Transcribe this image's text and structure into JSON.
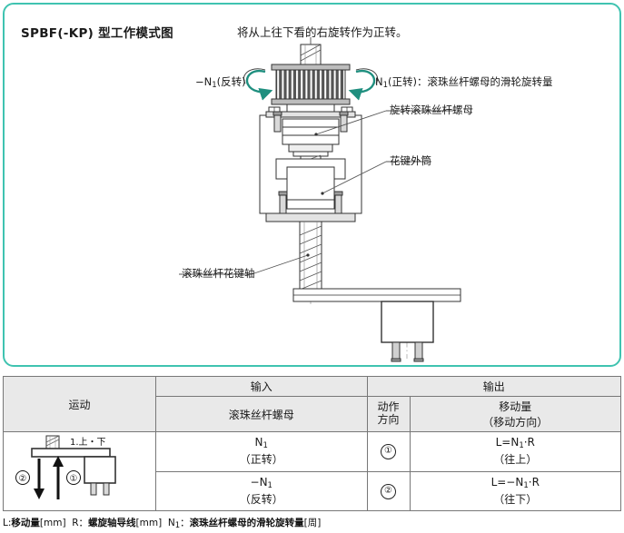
{
  "panel": {
    "title": "SPBF(-KP) 型工作模式图",
    "note": "将从上往下看的右旋转作为正转。",
    "callouts": {
      "reverse_rotation": "−N1(反转)",
      "forward_rotation": "N1(正转)：滚珠丝杆螺母的滑轮旋转量",
      "rotating_ball_screw_nut": "旋转滚珠丝杆螺母",
      "spline_outer_tube": "花键外筒",
      "ball_screw_spline_shaft": "滚珠丝杆花键轴"
    },
    "border_color": "#3fc3b0",
    "arrow_color": "#1f8f7f"
  },
  "table": {
    "headers": {
      "motion": "运动",
      "input": "输入",
      "output": "输出",
      "ball_screw_nut": "滚珠丝杆螺母",
      "action_direction": "动作\n方向",
      "action_direction_line1": "动作",
      "action_direction_line2": "方向",
      "travel_amount_line1": "移动量",
      "travel_amount_line2": "（移动方向）"
    },
    "motion_cell": {
      "label": "1.上・下",
      "arrow_down_marker": "②",
      "arrow_up_marker": "①"
    },
    "rows": [
      {
        "input_line1": "N1",
        "input_line2": "（正转）",
        "direction": "①",
        "output_line1": "L=N1·R",
        "output_line2": "（往上）"
      },
      {
        "input_line1": "−N1",
        "input_line2": "（反转）",
        "direction": "②",
        "output_line1": "L=−N1·R",
        "output_line2": "（往下）"
      }
    ]
  },
  "footnote": {
    "l_key": "L:",
    "l_val": "移动量",
    "l_unit": "[mm]",
    "r_key": "R：",
    "r_val": "螺旋轴导线",
    "r_unit": "[mm]",
    "n_key": "N1：",
    "n_val": "滚珠丝杆螺母的滑轮旋转量",
    "n_unit": "[周]"
  }
}
